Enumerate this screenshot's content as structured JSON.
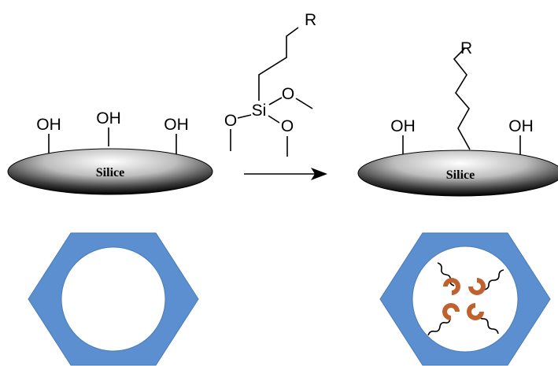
{
  "colors": {
    "hexagon": "#5b8fcf",
    "hexagon_stroke": "#4a7bb8",
    "arc": "#c0622d",
    "disc_dark": "#000000",
    "disc_light": "#ffffff",
    "ink": "#000000"
  },
  "left_panel": {
    "hydroxyls": [
      "OH",
      "OH",
      "OH"
    ],
    "support_label": "Silice"
  },
  "reagent": {
    "substituent": "R",
    "center_atom": "Si",
    "oxygens": [
      "O",
      "O",
      "O"
    ]
  },
  "right_panel": {
    "hydroxyls": [
      "OH",
      "OH"
    ],
    "substituent": "R",
    "support_label": "Silice"
  },
  "pores": {
    "left": {
      "state": "empty"
    },
    "right": {
      "state": "functionalized",
      "arc_count": 4,
      "chain_count": 4
    }
  }
}
